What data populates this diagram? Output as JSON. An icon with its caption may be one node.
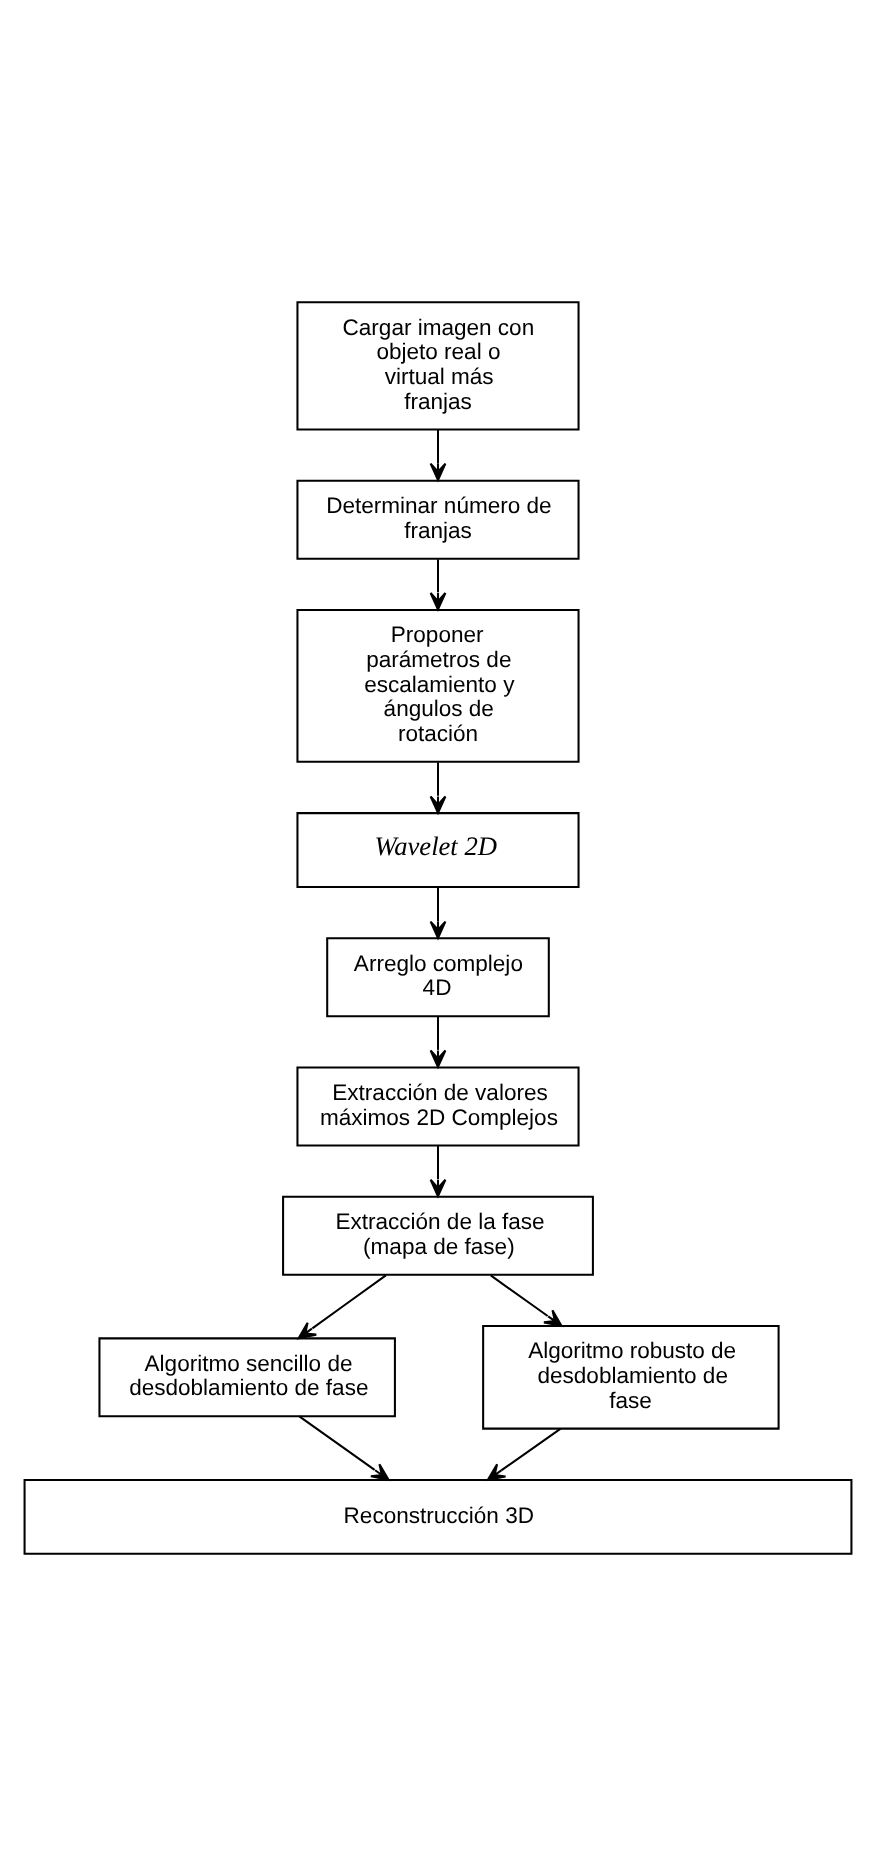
{
  "diagram": {
    "nodes": [
      {
        "text": [
          "Cargar imagen con objeto real o virtual más franjas"
        ]
      },
      {
        "text": [
          "Determinar número de franjas"
        ]
      },
      {
        "text": [
          "Proponer parámetros de escalamiento y ángulos de rotación"
        ]
      },
      {
        "text": [
          "Wavelet 2D"
        ]
      },
      {
        "text": [
          "Arreglo complejo 4D"
        ]
      },
      {
        "text": [
          "Extracción de valores máximos 2D Complejos"
        ]
      },
      {
        "text": [
          "Extracción de la fase (mapa de fase)"
        ]
      },
      {
        "text": [
          "Algoritmo sencillo de desdoblamiento de fase"
        ]
      },
      {
        "text": [
          "Algoritmo robusto de desdoblamiento de fase"
        ]
      },
      {
        "text": [
          "Reconstrucción 3D"
        ]
      }
    ],
    "edges": [
      {
        "from": 0,
        "to": 1,
        "arrow": "to"
      },
      {
        "from": 1,
        "to": 2,
        "arrow": "to"
      },
      {
        "from": 2,
        "to": 3,
        "arrow": "to"
      },
      {
        "from": 3,
        "to": 4,
        "arrow": "to"
      },
      {
        "from": 4,
        "to": 5,
        "arrow": "to"
      },
      {
        "from": 5,
        "to": 6,
        "arrow": "to"
      },
      {
        "from": 6,
        "to": 7,
        "arrow": "to"
      },
      {
        "from": 6,
        "to": 8,
        "arrow": "to"
      },
      {
        "from": 7,
        "to": 9,
        "arrow": "to"
      },
      {
        "from": 8,
        "to": 9,
        "arrow": "to"
      }
    ]
  }
}
